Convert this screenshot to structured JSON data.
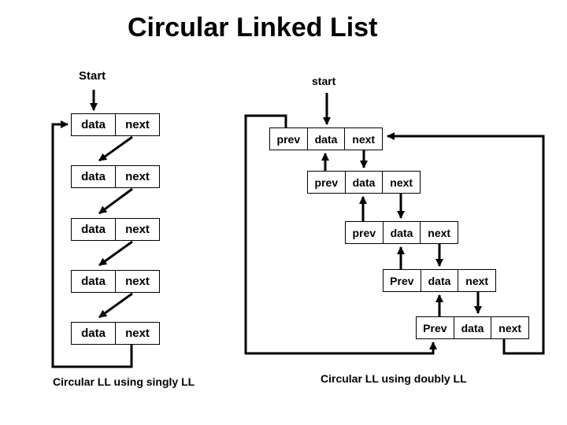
{
  "title": "Circular Linked List",
  "singly": {
    "pointer_label": "Start",
    "caption": "Circular LL using singly LL",
    "nodes": [
      {
        "data": "data",
        "next": "next"
      },
      {
        "data": "data",
        "next": "next"
      },
      {
        "data": "data",
        "next": "next"
      },
      {
        "data": "data",
        "next": "next"
      },
      {
        "data": "data",
        "next": "next"
      }
    ]
  },
  "doubly": {
    "pointer_label": "start",
    "caption": "Circular LL using doubly LL",
    "nodes": [
      {
        "prev": "prev",
        "data": "data",
        "next": "next"
      },
      {
        "prev": "prev",
        "data": "data",
        "next": "next"
      },
      {
        "prev": "prev",
        "data": "data",
        "next": "next"
      },
      {
        "prev": "Prev",
        "data": "data",
        "next": "next"
      },
      {
        "prev": "Prev",
        "data": "data",
        "next": "next"
      }
    ]
  },
  "colors": {
    "ink": "#000000",
    "background": "#ffffff"
  }
}
